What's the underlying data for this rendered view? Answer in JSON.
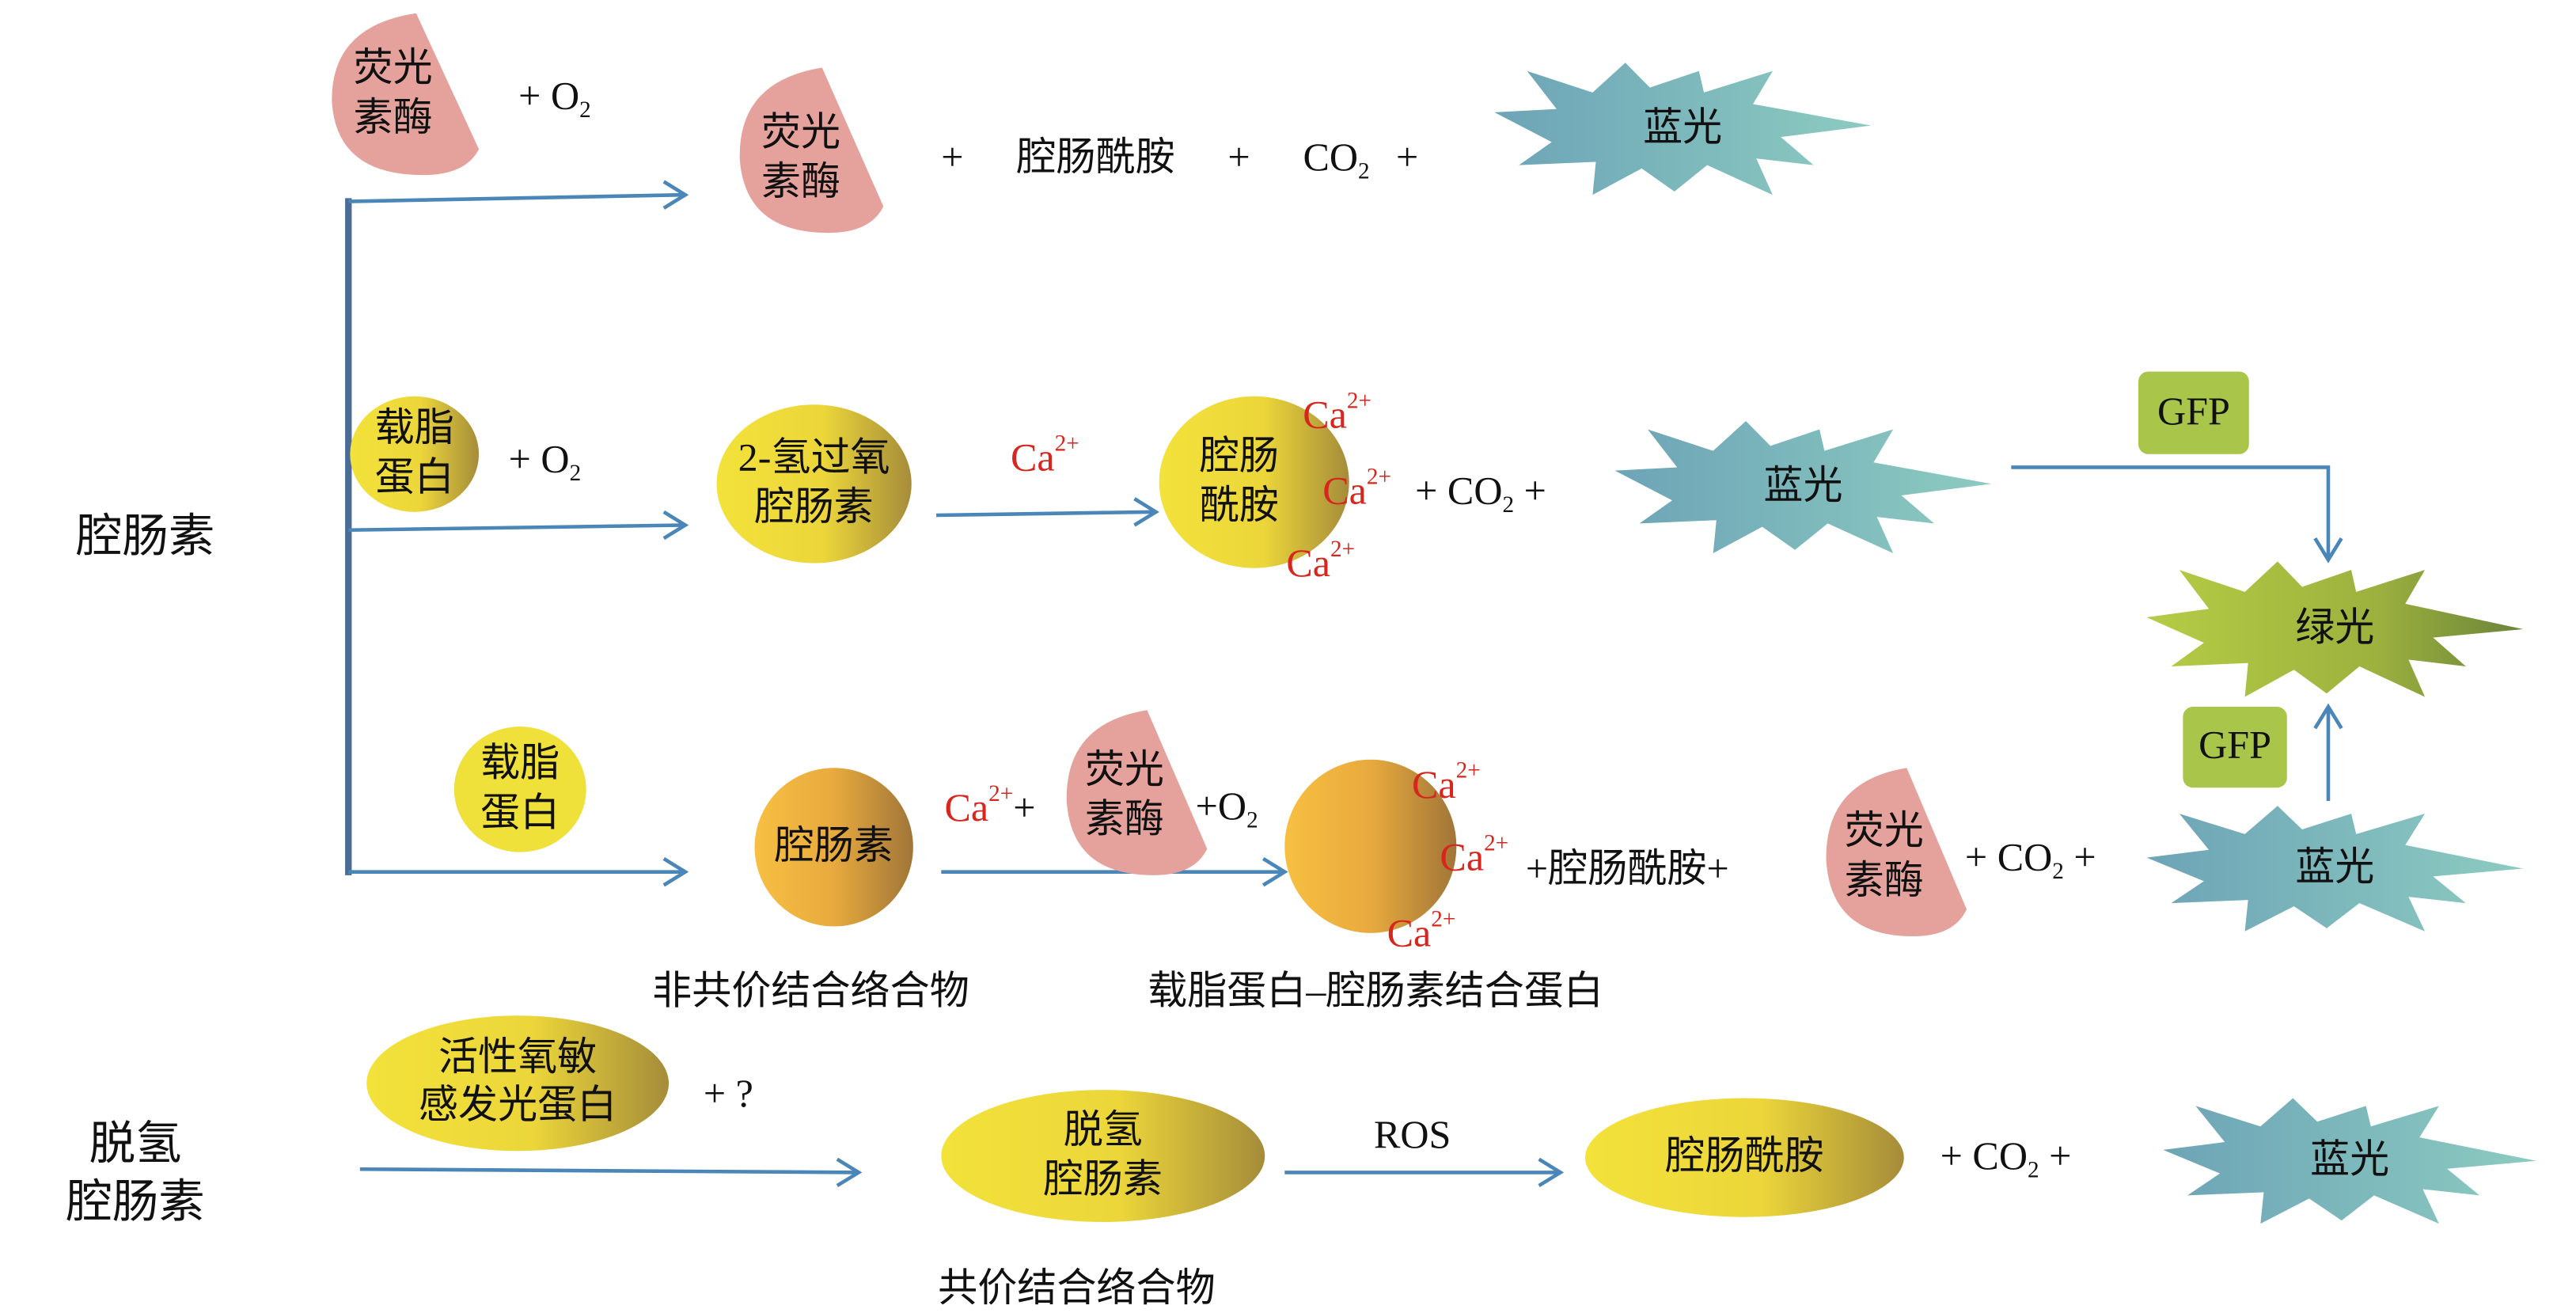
{
  "labels": {
    "coelenterazine": "腔肠素",
    "dehydro_line1": "脱氢",
    "dehydro_line2": "腔肠素",
    "noncovalent": "非共价结合络合物",
    "apolipoprotein_complex": "载脂蛋白–腔肠素结合蛋白",
    "covalent": "共价结合络合物"
  },
  "nodes": {
    "luciferase": [
      "荧光",
      "素酶"
    ],
    "apolipoprotein": [
      "载脂",
      "蛋白"
    ],
    "hydroperoxy": [
      "2-氢过氧",
      "腔肠素"
    ],
    "coelenteramide": [
      "腔肠",
      "酰胺"
    ],
    "coelenterazine": "腔肠素",
    "ros_protein": [
      "活性氧敏",
      "感发光蛋白"
    ],
    "dehydro": [
      "脱氢",
      "腔肠素"
    ],
    "coelenteramide_single": "腔肠酰胺",
    "blue_light": "蓝光",
    "green_light": "绿光",
    "gfp": "GFP"
  },
  "text": {
    "plus": "+",
    "o2_base": "O",
    "o2_sub": "2",
    "co2_base": "CO",
    "co2_sub": "2",
    "ca_base": "Ca",
    "ca_sup": "2+",
    "coelenteramide": "腔肠酰胺",
    "question": "?",
    "ros": "ROS"
  },
  "colors": {
    "arrow": "#4a86b8",
    "bar": "#4a6c96",
    "luciferase": "#e5a29c",
    "calcium": "#d6261e",
    "gfp": "#a9c64a"
  }
}
